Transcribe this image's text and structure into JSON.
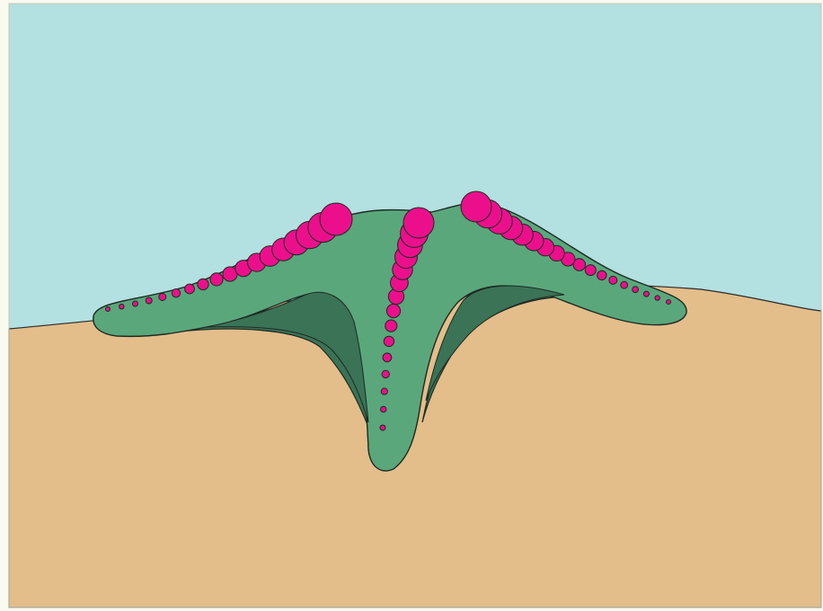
{
  "colors": {
    "page_border": "#fbfaf0",
    "water": "#b3e0e0",
    "sand": "#e3bd8a",
    "starfish_body": "#5aa77c",
    "starfish_shadow": "#3a7356",
    "tube_feet": "#ec0f8c",
    "outline": "#1e2a22"
  },
  "illustration": {
    "subject": "starfish",
    "parts": [
      "water",
      "sand-seabed",
      "starfish-body",
      "tube-feet"
    ],
    "arms_visible": 3,
    "tube_foot_rows": 3
  }
}
